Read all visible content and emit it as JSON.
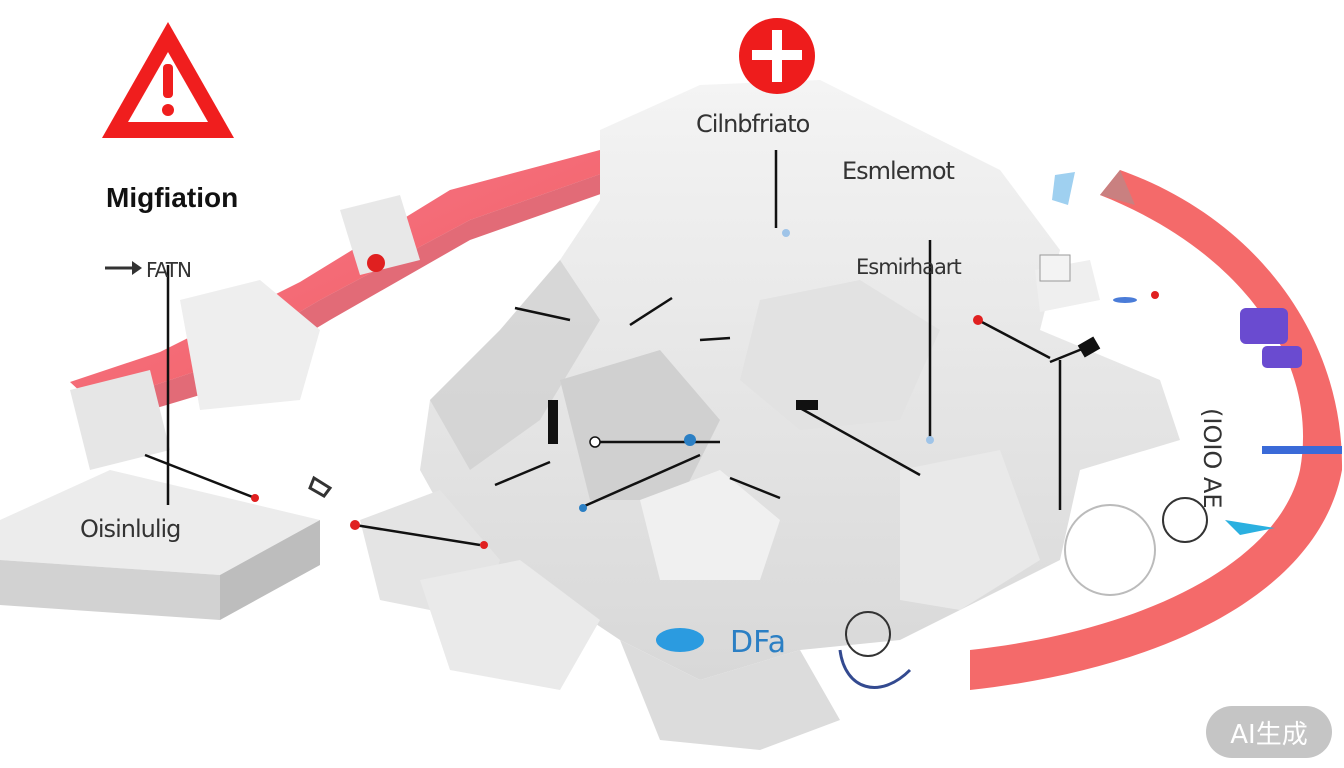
{
  "labels": {
    "migration": "Migfiation",
    "top_center": "Cilnbfriato",
    "right_upper": "Esmlemot",
    "right_mid": "Esmirhaart",
    "left_small": "FATN",
    "left_lower": "Oisinlulig",
    "bottom_center": "DFa",
    "right_vertical": "(IOIO AE"
  },
  "watermark": "AI生成",
  "colors": {
    "accent_red": "#f24a4a",
    "pink": "#f36a82",
    "rock": "#e6e6e6",
    "blue": "#2b9be0"
  },
  "icons": [
    "warning-triangle-icon",
    "plus-circle-icon",
    "arrow-right-icon"
  ]
}
